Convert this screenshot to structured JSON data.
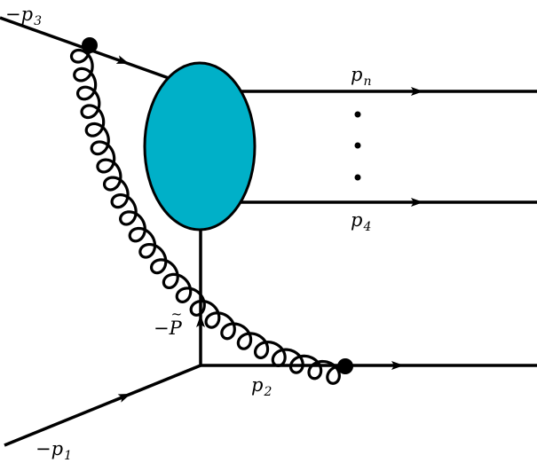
{
  "diagram": {
    "labels": {
      "p3": {
        "sign": "−",
        "symbol": "p",
        "sub": "3"
      },
      "pn": {
        "sign": "",
        "symbol": "p",
        "sub": "n"
      },
      "p4": {
        "sign": "",
        "symbol": "p",
        "sub": "4"
      },
      "ptilde": {
        "sign": "−",
        "symbol": "P",
        "sub": ""
      },
      "p2": {
        "sign": "",
        "symbol": "p",
        "sub": "2"
      },
      "p1": {
        "sign": "−",
        "symbol": "p",
        "sub": "1"
      }
    },
    "colors": {
      "blob": "#00b0c8",
      "line": "#000000"
    }
  }
}
